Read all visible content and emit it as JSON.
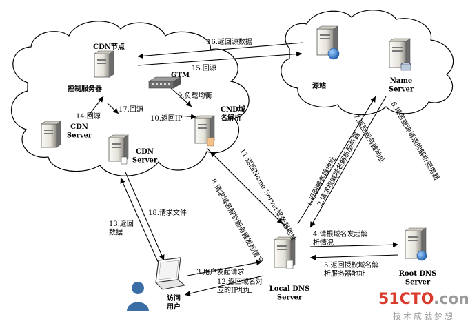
{
  "nodes": {
    "cdn_node": "CDN节点",
    "control_server": "控制服务器",
    "cdn_server_1": "CDN\nServer",
    "cdn_server_2": "CDN\nServer",
    "gtm": "GTM",
    "cnd_dns": "CND域\n名解析",
    "origin": "源站",
    "name_server": "Name\nServer",
    "local_dns": "Local DNS\nServer",
    "root_dns": "Root DNS\nServer",
    "user": "访问\n用户"
  },
  "steps": {
    "s1": "1.返回服务器地址",
    "s2": "2.请求权威域名解析服务器",
    "s3": "3.用户发起请求",
    "s4": "4.请根域名发起解\n析情况",
    "s5": "5.返回授权域名解\n析服务器地址",
    "s6": "6.域名查询请求的解析服务器",
    "s7": "7.返回服务器地址",
    "s8": "8.请求域名解析服务器发起情况",
    "s9": "9.负载均衡",
    "s10": "10.返回IP",
    "s11": "11.返回Name Server服务器地址",
    "s12": "12.返回域名对\n应的IP地址",
    "s13": "13.返回\n数据",
    "s14": "14.回源",
    "s15": "15.回源",
    "s16": "16.返回源数据",
    "s17": "17.回源",
    "s18": "18.请求文件"
  },
  "watermark": {
    "brand_a": "51",
    "brand_b": "CTO",
    "brand_c": ".com",
    "tagline": "技术成就梦想"
  },
  "colors": {
    "server_light": "#f0eee8",
    "server_dark": "#6d6d6d",
    "globe": "#2c7fd3",
    "user": "#3b6ea5",
    "watermark_red": "#d93b2b",
    "watermark_gray": "#9a9a9a"
  }
}
